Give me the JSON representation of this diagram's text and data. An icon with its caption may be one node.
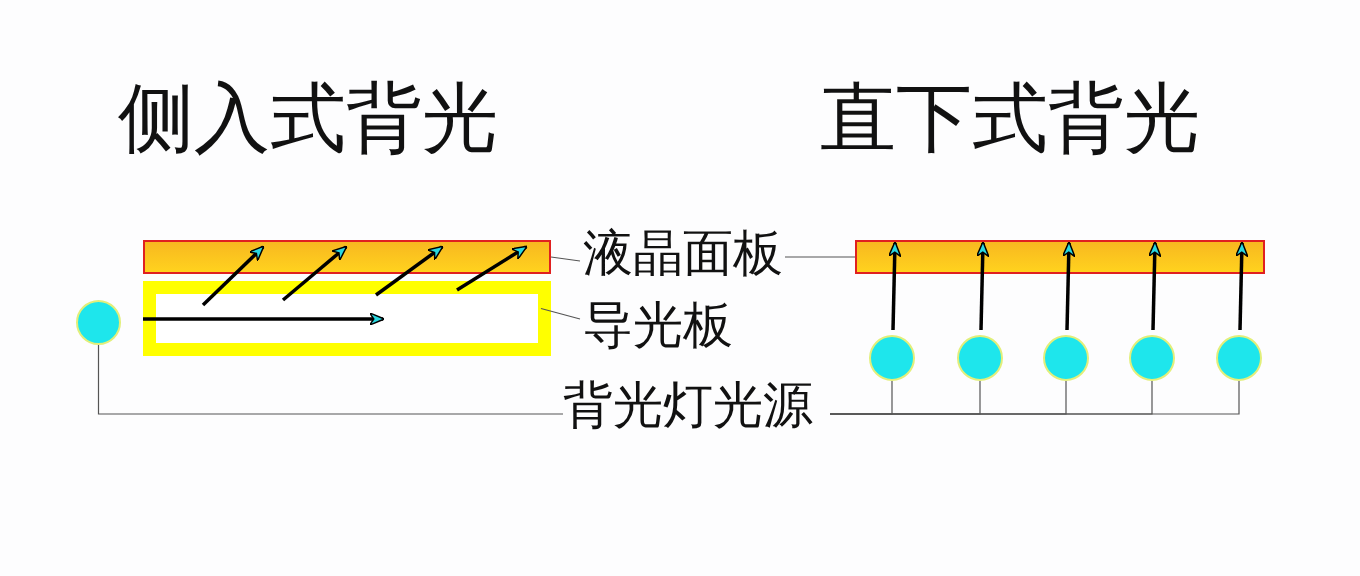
{
  "diagram": {
    "nodes": [
      {
        "text": [],
        "shape": "bar"
      },
      {
        "text": [],
        "shape": "box"
      },
      {
        "text": [],
        "shape": "circle"
      },
      {
        "text": [],
        "shape": "bar"
      },
      {
        "text": [],
        "shape": "circle"
      },
      {
        "text": [],
        "shape": "circle"
      },
      {
        "text": [],
        "shape": "circle"
      },
      {
        "text": [],
        "shape": "circle"
      },
      {
        "text": [],
        "shape": "circle"
      },
      {
        "text": [
          "液晶面板"
        ]
      },
      {
        "text": [
          "导光板"
        ]
      },
      {
        "text": [
          "背光灯光源"
        ]
      }
    ],
    "edges": [
      {
        "from": 9,
        "to": 0,
        "arrow": "none"
      },
      {
        "from": 9,
        "to": 3,
        "arrow": "none"
      },
      {
        "from": 10,
        "to": 1,
        "arrow": "none"
      },
      {
        "from": 11,
        "to": 2,
        "arrow": "none"
      },
      {
        "from": 11,
        "to": 4,
        "arrow": "none"
      },
      {
        "from": 11,
        "to": 5,
        "arrow": "none"
      },
      {
        "from": 11,
        "to": 6,
        "arrow": "none"
      },
      {
        "from": 11,
        "to": 7,
        "arrow": "none"
      },
      {
        "from": 11,
        "to": 8,
        "arrow": "none"
      },
      {
        "from": 1,
        "to": 0,
        "arrow": "to",
        "style": "thick"
      },
      {
        "from": 1,
        "to": 0,
        "arrow": "to",
        "style": "thick"
      },
      {
        "from": 1,
        "to": 0,
        "arrow": "to",
        "style": "thick"
      },
      {
        "from": 1,
        "to": 0,
        "arrow": "to",
        "style": "thick"
      },
      {
        "from": 4,
        "to": 3,
        "arrow": "to",
        "style": "thick"
      },
      {
        "from": 5,
        "to": 3,
        "arrow": "to",
        "style": "thick"
      },
      {
        "from": 6,
        "to": 3,
        "arrow": "to",
        "style": "thick"
      },
      {
        "from": 7,
        "to": 3,
        "arrow": "to",
        "style": "thick"
      },
      {
        "from": 8,
        "to": 3,
        "arrow": "to",
        "style": "thick"
      }
    ],
    "labels": [
      "侧入式背光",
      "直下式背光"
    ]
  }
}
